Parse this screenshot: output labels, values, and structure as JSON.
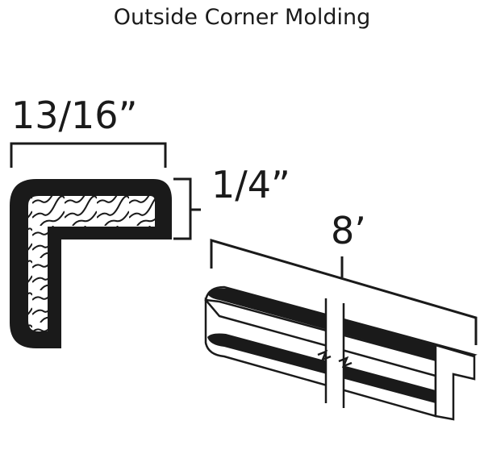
{
  "title": "Outside Corner Molding",
  "dimensions": {
    "width": "13/16”",
    "thickness": "1/4”",
    "length": "8’"
  },
  "colors": {
    "ink": "#1a1a1a",
    "background": "#ffffff"
  }
}
